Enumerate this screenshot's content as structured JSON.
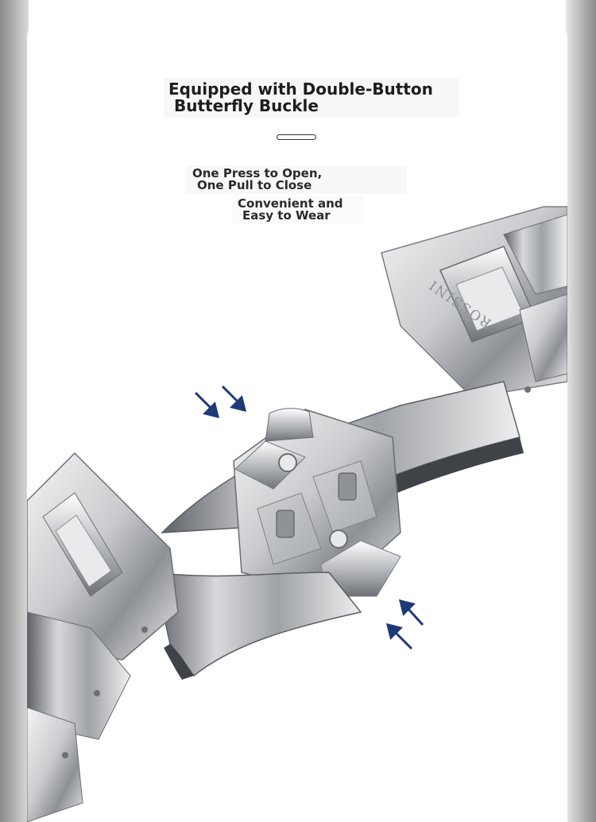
{
  "headline": {
    "line1": "Equipped with Double-Button",
    "line2": "Butterfly Buckle"
  },
  "feature1": {
    "line1": "One Press to Open,",
    "line2": "One Pull to Close"
  },
  "feature2": {
    "line1": "Convenient and",
    "line2": "Easy to Wear"
  },
  "product": {
    "brand_engraving": "ROSSINI",
    "arrow_color": "#1f3a78",
    "metal_color": "#c8cacd"
  }
}
